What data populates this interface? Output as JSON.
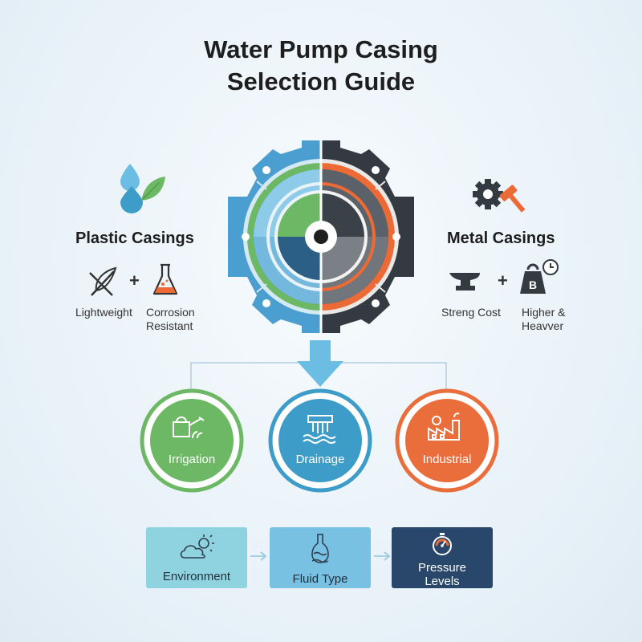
{
  "header": {
    "title_line1": "Water Pump Casing",
    "title_line2": "Selection Guide"
  },
  "plastic": {
    "title": "Plastic Casings",
    "feature1": "Lightweight",
    "feature2_line1": "Corrosion",
    "feature2_line2": "Resistant",
    "icons": [
      "water-drop-leaf-icon",
      "feather-icon",
      "flask-icon"
    ]
  },
  "metal": {
    "title": "Metal Casings",
    "feature1": "Streng Cost",
    "feature2_line1": "Higher &",
    "feature2_line2": "Heavver",
    "weight_letter": "B",
    "icons": [
      "gear-hammer-icon",
      "anvil-icon",
      "weight-clock-icon"
    ]
  },
  "applications": [
    {
      "label": "Irrigation",
      "color": "#6cb865",
      "icon": "watering-can-icon"
    },
    {
      "label": "Drainage",
      "color": "#3d9cc8",
      "icon": "drainage-icon"
    },
    {
      "label": "Industrial",
      "color": "#ea6d3c",
      "icon": "factory-icon"
    }
  ],
  "factors": [
    {
      "label": "Environment",
      "icon": "cloud-sun-icon"
    },
    {
      "label": "Fluid Type",
      "icon": "flask-wave-icon"
    },
    {
      "label_line1": "Pressure",
      "label_line2": "Levels",
      "icon": "gauge-icon"
    }
  ],
  "colors": {
    "plastic_blue": "#4a9fd0",
    "plastic_green": "#6cb865",
    "metal_dark": "#333a42",
    "metal_orange": "#ec6a35",
    "factor1": "#8fd3e0",
    "factor2": "#79c1e3",
    "factor3": "#28476b"
  }
}
